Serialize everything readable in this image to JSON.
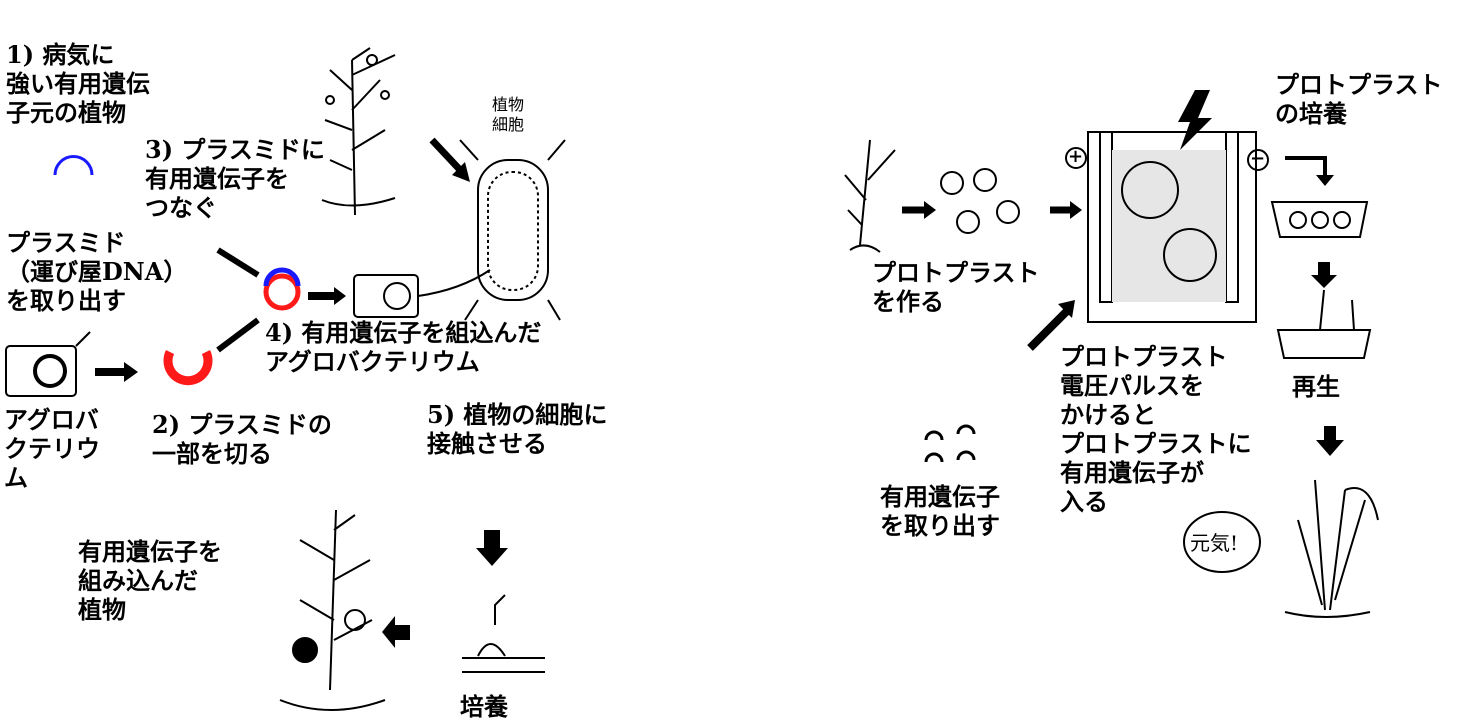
{
  "left": {
    "step1": "1) 病気に\n強い有用遺伝\n子元の植物",
    "step3": "3) プラスミドに\n有用遺伝子を\nつなぐ",
    "plasmid": "プラスミド\n（運び屋DNA）\nを取り出す",
    "step4": "4) 有用遺伝子を組込んだ\nアグロバクテリウム",
    "agro": "アグロバ\nクテリウ\nム",
    "step2": "2) プラスミドの\n一部を切る",
    "step5": "5) 植物の細胞に\n接触させる",
    "result": "有用遺伝子を\n組み込んだ\n植物",
    "culture": "培養",
    "cell_label": "植物\n細胞"
  },
  "right": {
    "protoplast_make": "プロトプラスト\nを作る",
    "protoplast_culture": "プロトプラスト\nの培養",
    "pulse": "プロトプラスト\n電圧パルスを\nかけると\nプロトプラストに\n有用遺伝子が\n入る",
    "extract": "有用遺伝子\nを取り出す",
    "regen": "再生",
    "genki": "元気!",
    "plus": "+",
    "minus": "−"
  },
  "colors": {
    "plasmid_blue": "#1a1aff",
    "plasmid_red": "#ff1a1a",
    "ink": "#000000"
  }
}
